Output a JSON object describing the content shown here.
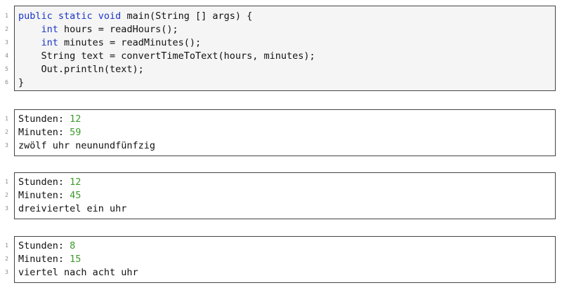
{
  "code_listing": {
    "lines": [
      {
        "num": "1",
        "segments": [
          {
            "text": "public static void",
            "kind": "kw"
          },
          {
            "text": " main(String [] args) {",
            "kind": "plain"
          }
        ]
      },
      {
        "num": "2",
        "segments": [
          {
            "text": "    ",
            "kind": "plain"
          },
          {
            "text": "int",
            "kind": "kw"
          },
          {
            "text": " hours = readHours();",
            "kind": "plain"
          }
        ]
      },
      {
        "num": "3",
        "segments": [
          {
            "text": "    ",
            "kind": "plain"
          },
          {
            "text": "int",
            "kind": "kw"
          },
          {
            "text": " minutes = readMinutes();",
            "kind": "plain"
          }
        ]
      },
      {
        "num": "4",
        "segments": [
          {
            "text": "    String text = convertTimeToText(hours, minutes);",
            "kind": "plain"
          }
        ]
      },
      {
        "num": "5",
        "segments": [
          {
            "text": "    Out.println(text);",
            "kind": "plain"
          }
        ]
      },
      {
        "num": "6",
        "segments": [
          {
            "text": "}",
            "kind": "plain"
          }
        ]
      }
    ]
  },
  "outputs": [
    {
      "lines": [
        {
          "num": "1",
          "segments": [
            {
              "text": "Stunden: ",
              "kind": "plain"
            },
            {
              "text": "12",
              "kind": "num"
            }
          ]
        },
        {
          "num": "2",
          "segments": [
            {
              "text": "Minuten: ",
              "kind": "plain"
            },
            {
              "text": "59",
              "kind": "num"
            }
          ]
        },
        {
          "num": "3",
          "segments": [
            {
              "text": "zwölf uhr neunundfünfzig",
              "kind": "plain"
            }
          ]
        }
      ]
    },
    {
      "lines": [
        {
          "num": "1",
          "segments": [
            {
              "text": "Stunden: ",
              "kind": "plain"
            },
            {
              "text": "12",
              "kind": "num"
            }
          ]
        },
        {
          "num": "2",
          "segments": [
            {
              "text": "Minuten: ",
              "kind": "plain"
            },
            {
              "text": "45",
              "kind": "num"
            }
          ]
        },
        {
          "num": "3",
          "segments": [
            {
              "text": "dreiviertel ein uhr",
              "kind": "plain"
            }
          ]
        }
      ]
    },
    {
      "lines": [
        {
          "num": "1",
          "segments": [
            {
              "text": "Stunden: ",
              "kind": "plain"
            },
            {
              "text": "8",
              "kind": "num"
            }
          ]
        },
        {
          "num": "2",
          "segments": [
            {
              "text": "Minuten: ",
              "kind": "plain"
            },
            {
              "text": "15",
              "kind": "num"
            }
          ]
        },
        {
          "num": "3",
          "segments": [
            {
              "text": "viertel nach acht uhr",
              "kind": "plain"
            }
          ]
        }
      ]
    }
  ],
  "colors": {
    "keyword": "#1a35c8",
    "number": "#3c9a2b",
    "code_background": "#f5f5f5",
    "border": "#444444"
  }
}
